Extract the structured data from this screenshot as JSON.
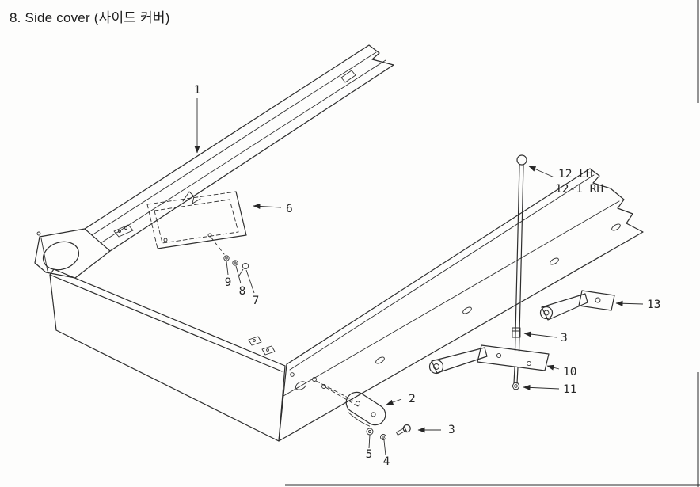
{
  "page": {
    "title": "8. Side cover (사이드 커버)"
  },
  "diagram": {
    "ink_color": "#2e2e2e",
    "background_color": "#ffffff",
    "callouts": [
      {
        "id": "1",
        "text": "1"
      },
      {
        "id": "6",
        "text": "6"
      },
      {
        "id": "9",
        "text": "9"
      },
      {
        "id": "8",
        "text": "8"
      },
      {
        "id": "7",
        "text": "7"
      },
      {
        "id": "12",
        "text": "12 LH"
      },
      {
        "id": "12-1",
        "text": "12-1 RH"
      },
      {
        "id": "13",
        "text": "13"
      },
      {
        "id": "3-upper",
        "text": "3"
      },
      {
        "id": "10",
        "text": "10"
      },
      {
        "id": "11",
        "text": "11"
      },
      {
        "id": "2",
        "text": "2"
      },
      {
        "id": "3-lower",
        "text": "3"
      },
      {
        "id": "5",
        "text": "5"
      },
      {
        "id": "4",
        "text": "4"
      }
    ]
  }
}
